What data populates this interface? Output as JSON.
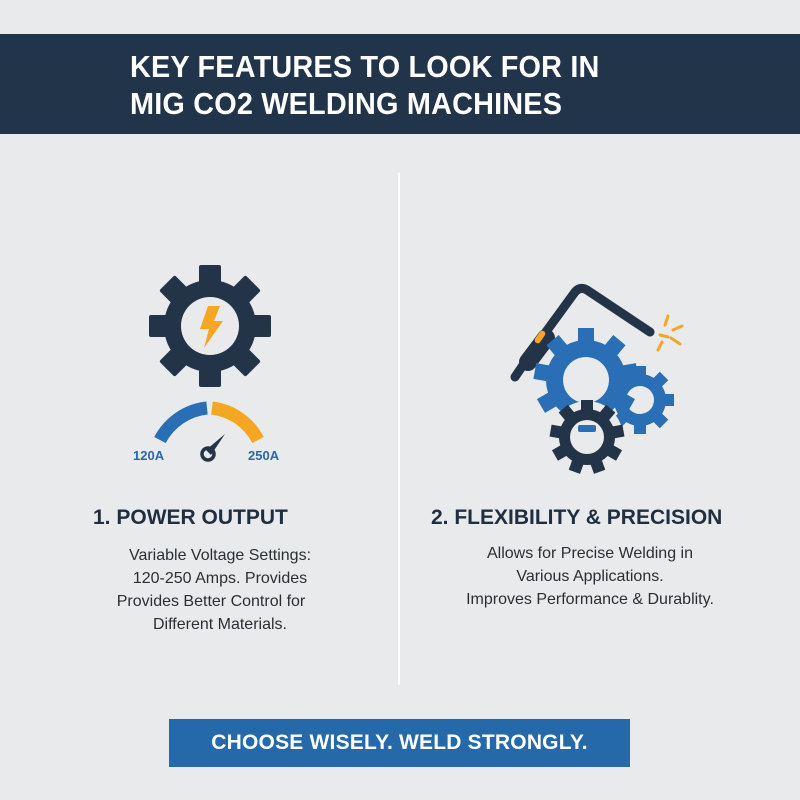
{
  "header": {
    "title_lines": [
      "KEY FEATURES TO LOOK FOR IN",
      "MIG CO2 WELDING MACHINES"
    ],
    "background": "#223449"
  },
  "features": [
    {
      "title": "1. POWER OUTPUT",
      "icon": "gear-with-lightning-bolt-icon",
      "gauge": {
        "min_label": "120A",
        "max_label": "250A"
      },
      "description_lines": [
        "Variable Voltage Settings:",
        "120-250 Amps. Provides",
        "Provides Better Control for",
        "Different Materials."
      ]
    },
    {
      "title": "2. FLEXIBILITY & PRECISION",
      "icon": "welding-torch-with-gears-icon",
      "description_lines": [
        "Allows for Precise Welding in",
        "Various Applications.",
        "Improves Performance & Durablity."
      ]
    }
  ],
  "banner": {
    "text": "CHOOSE WISELY. WELD STRONGLY.",
    "background": "#2569aa"
  },
  "colors": {
    "dark_navy": "#223449",
    "accent_blue": "#2a6fb6",
    "accent_orange": "#f5a623",
    "background": "#e9eaeb"
  }
}
